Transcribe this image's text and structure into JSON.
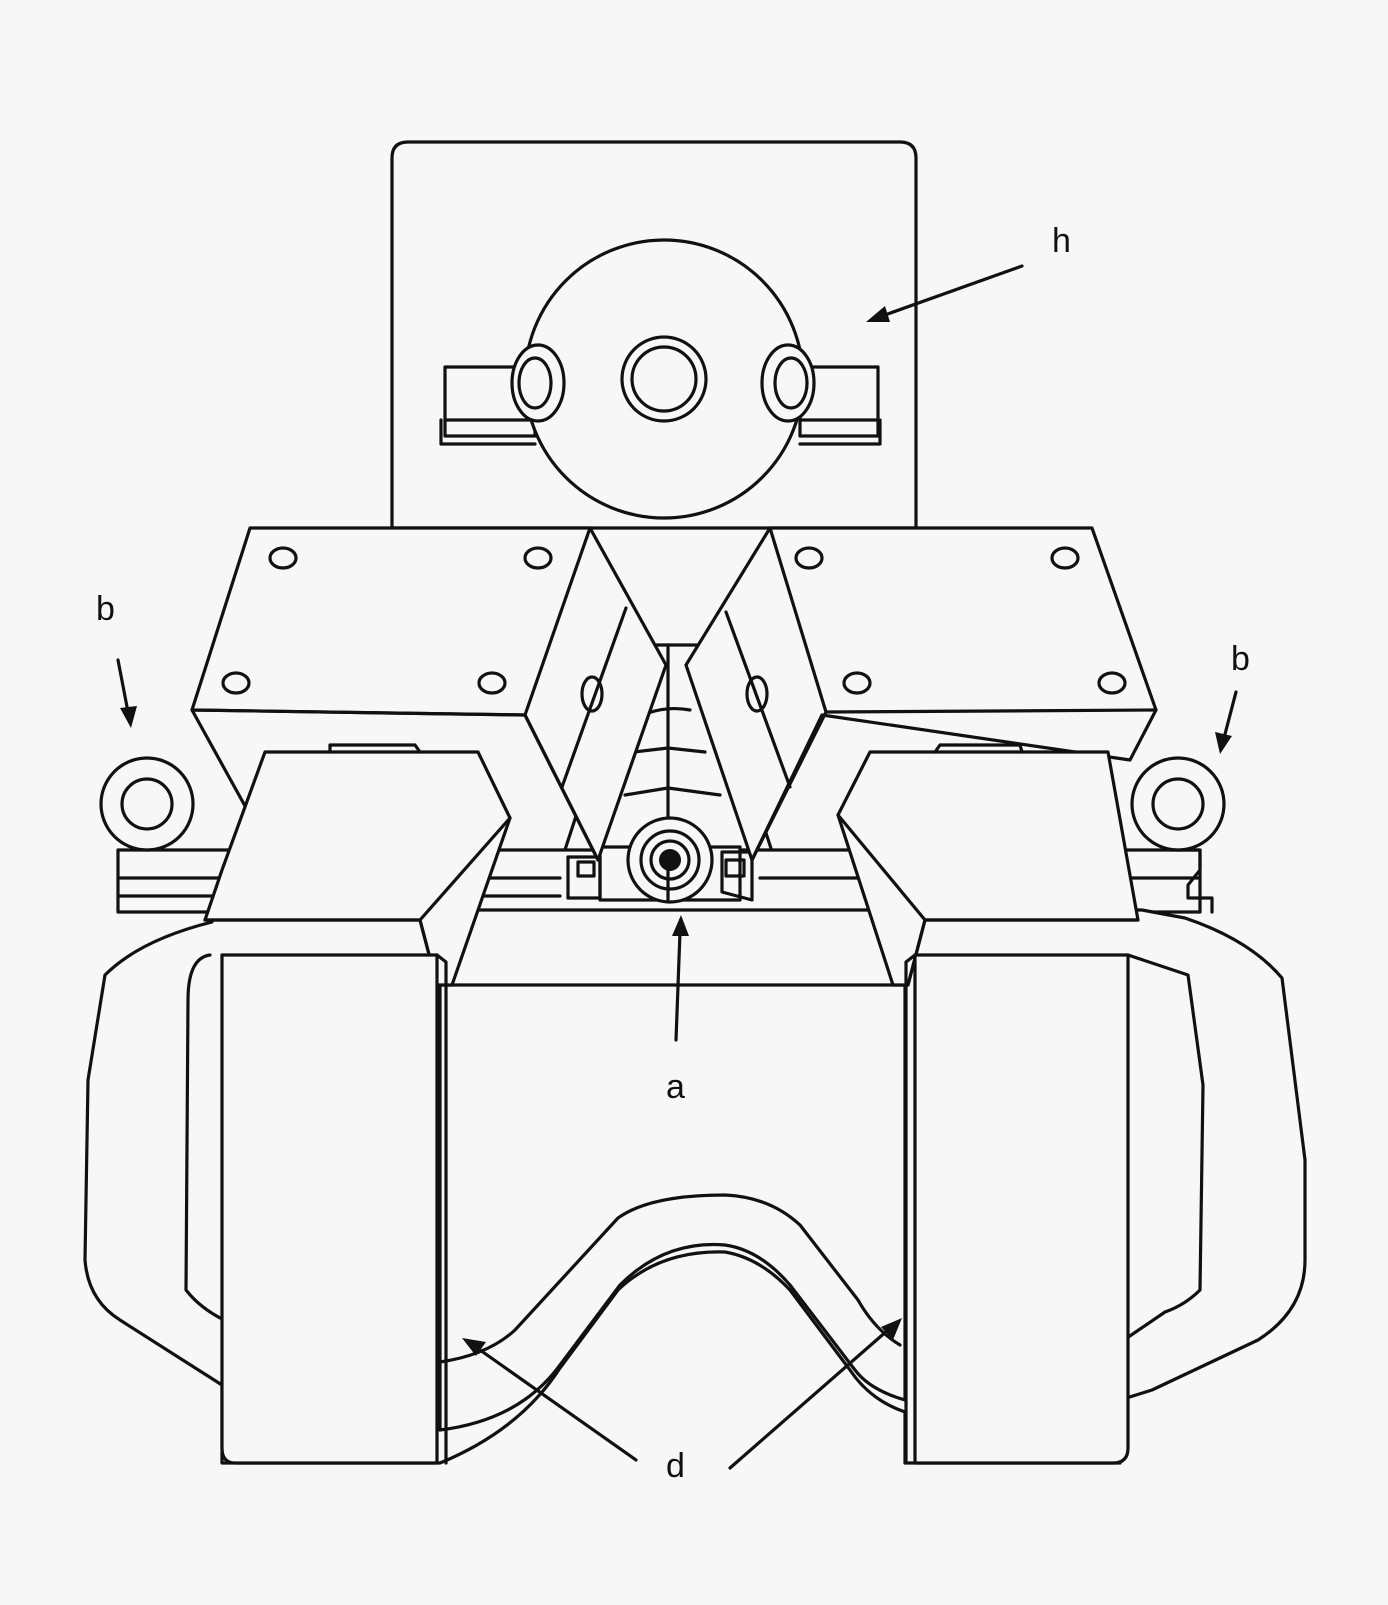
{
  "figure": {
    "labels": {
      "h": "h",
      "b_left": "b",
      "b_right": "b",
      "a": "a",
      "d": "d"
    },
    "colors": {
      "line": "#111111",
      "background": "#f7f7f7"
    }
  }
}
